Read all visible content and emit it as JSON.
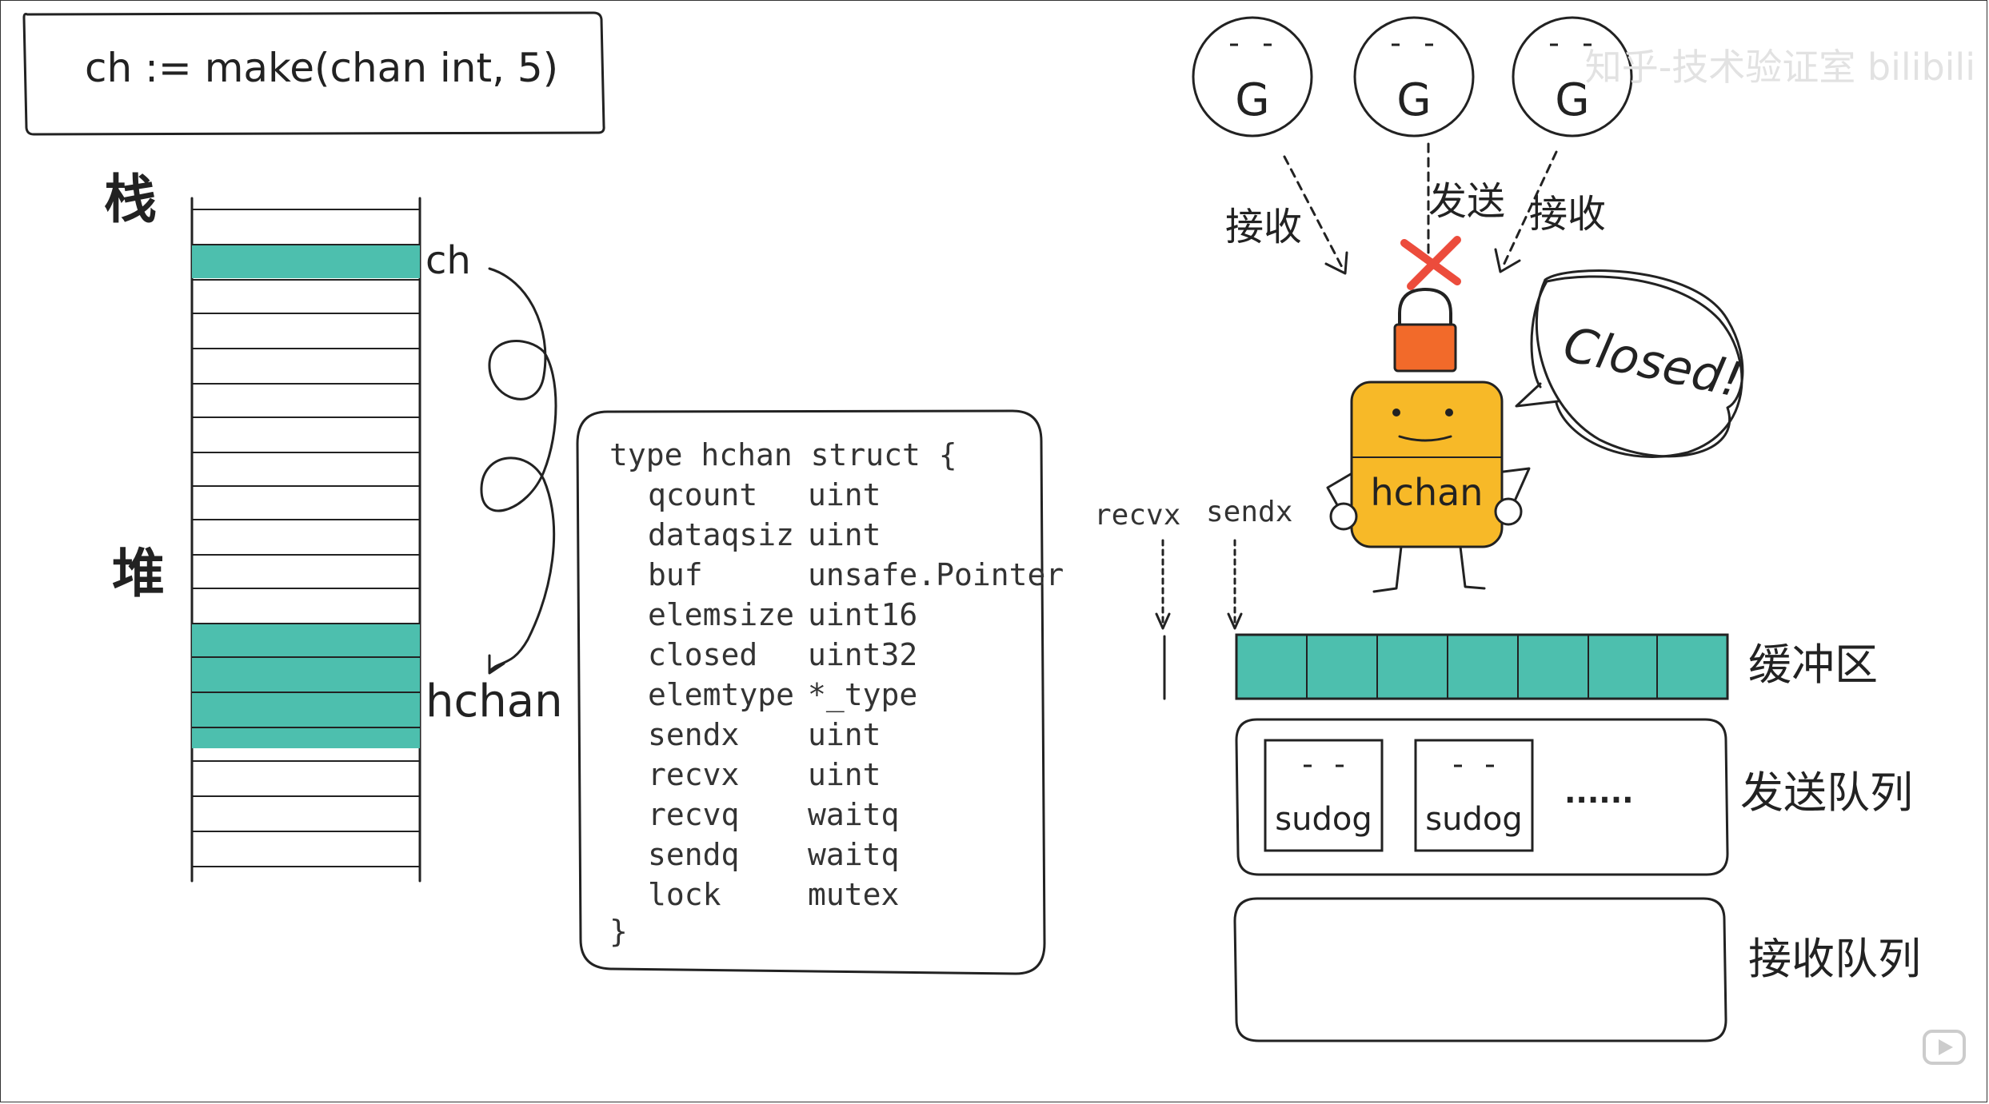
{
  "code_box": {
    "text": "ch := make(chan int, 5)"
  },
  "memory": {
    "stack_label": "栈",
    "heap_label": "堆",
    "ch_label": "ch",
    "hchan_label": "hchan"
  },
  "struct_def": {
    "header": "type hchan struct {",
    "fields": [
      [
        "qcount",
        "uint"
      ],
      [
        "dataqsiz",
        "uint"
      ],
      [
        "buf",
        "unsafe.Pointer"
      ],
      [
        "elemsize",
        "uint16"
      ],
      [
        "closed",
        "uint32"
      ],
      [
        "elemtype",
        "*_type"
      ],
      [
        "sendx",
        "uint"
      ],
      [
        "recvx",
        "uint"
      ],
      [
        "recvq",
        "waitq"
      ],
      [
        "sendq",
        "waitq"
      ],
      [
        "lock",
        "mutex"
      ]
    ],
    "footer": "}"
  },
  "goroutines": {
    "label": "G",
    "left_arrow": "接收",
    "middle_arrow": "发送",
    "right_arrow": "接收"
  },
  "mascot": {
    "label": "hchan",
    "bubble": "Closed!"
  },
  "pointers": {
    "recvx": "recvx",
    "sendx": "sendx"
  },
  "queues": {
    "buffer": "缓冲区",
    "send_queue": "发送队列",
    "recv_queue": "接收队列",
    "sudog": "sudog",
    "ellipsis": "......"
  },
  "watermark": "知乎-技术验证室  bilibili",
  "colors": {
    "teal": "#4dbfae",
    "mascot_body": "#f7b928",
    "lock": "#f26a2a",
    "cross": "#ec4c3c",
    "outline": "#222222"
  }
}
